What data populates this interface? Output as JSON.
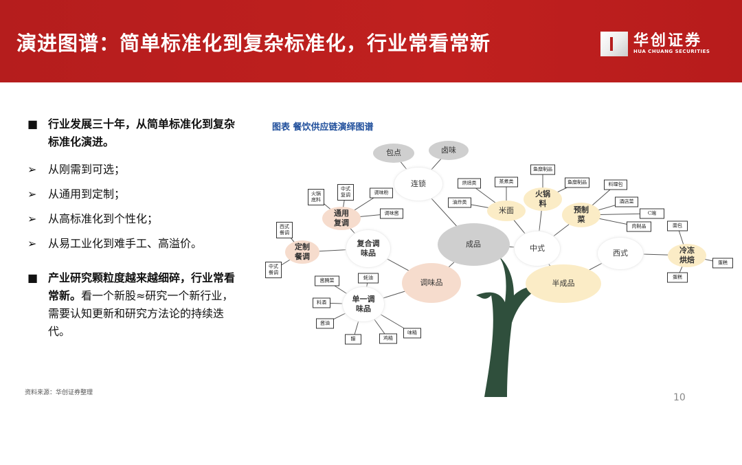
{
  "header": {
    "title": "演进图谱：简单标准化到复杂标准化，行业常看常新",
    "logo_cn": "华创证券",
    "logo_en": "HUA CHUANG SECURITIES"
  },
  "left": {
    "bullets": [
      {
        "marker": "■",
        "text": "行业发展三十年，从简单标准化到复杂标准化演进。",
        "bold": true
      },
      {
        "marker": "➢",
        "text": "从刚需到可选；"
      },
      {
        "marker": "➢",
        "text": "从通用到定制；"
      },
      {
        "marker": "➢",
        "text": "从高标准化到个性化；"
      },
      {
        "marker": "➢",
        "text": "从易工业化到难手工、高溢价。"
      }
    ],
    "bullet2": {
      "marker": "■",
      "bold": "产业研究颗粒度越来越细碎，行业常看常新。",
      "text": "看一个新股≈研究一个新行业，需要认知更新和研究方法论的持续迭代。"
    }
  },
  "source": "资料来源：华创证券整理",
  "page_number": "10",
  "figure": {
    "title": "图表  餐饮供应链演绎图谱",
    "nodes": [
      "包点",
      "卤味",
      "连锁",
      "成品",
      "调味品",
      "复合调味品",
      "通用复调",
      "定制餐调",
      "单一调味品",
      "中式",
      "米面",
      "火锅料",
      "预制菜",
      "西式",
      "冷冻烘焙",
      "半成品"
    ],
    "boxes": [
      "火锅底料",
      "中式复调",
      "调味粉",
      "调味酱",
      "西式餐调",
      "中式餐调",
      "酱腌菜",
      "蚝油",
      "料酒",
      "酱油",
      "醋",
      "鸡精",
      "味精",
      "烘焙类",
      "蒸煮类",
      "油炸类",
      "鱼糜制品",
      "鱼糜制品",
      "料理包",
      "酒店菜",
      "C端",
      "肉制品",
      "面包",
      "蛋糕",
      "蛋糕"
    ]
  },
  "colors": {
    "header_red": "#b51d1d",
    "title_blue": "#1f4e9b",
    "trunk_green": "#2f4f3c"
  }
}
